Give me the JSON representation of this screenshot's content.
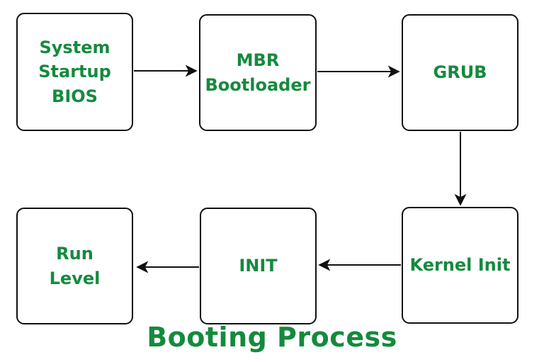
{
  "diagram": {
    "title": "Booting Process",
    "colors": {
      "text_green": "#148a3d",
      "line_black": "#111111",
      "background": "#ffffff"
    },
    "nodes": {
      "bios": {
        "label": "System Startup BIOS",
        "lines": [
          "System",
          "Startup",
          "BIOS"
        ]
      },
      "mbr": {
        "label": "MBR Bootloader",
        "lines": [
          "MBR",
          "Bootloader"
        ]
      },
      "grub": {
        "label": "GRUB",
        "lines": [
          "GRUB"
        ]
      },
      "kernel": {
        "label": "Kernel Init",
        "lines": [
          "Kernel Init"
        ]
      },
      "init": {
        "label": "INIT",
        "lines": [
          "INIT"
        ]
      },
      "runlevel": {
        "label": "Run Level",
        "lines": [
          "Run",
          "Level"
        ]
      }
    },
    "edges": [
      {
        "from": "bios",
        "to": "mbr"
      },
      {
        "from": "mbr",
        "to": "grub"
      },
      {
        "from": "grub",
        "to": "kernel"
      },
      {
        "from": "kernel",
        "to": "init"
      },
      {
        "from": "init",
        "to": "runlevel"
      }
    ]
  }
}
